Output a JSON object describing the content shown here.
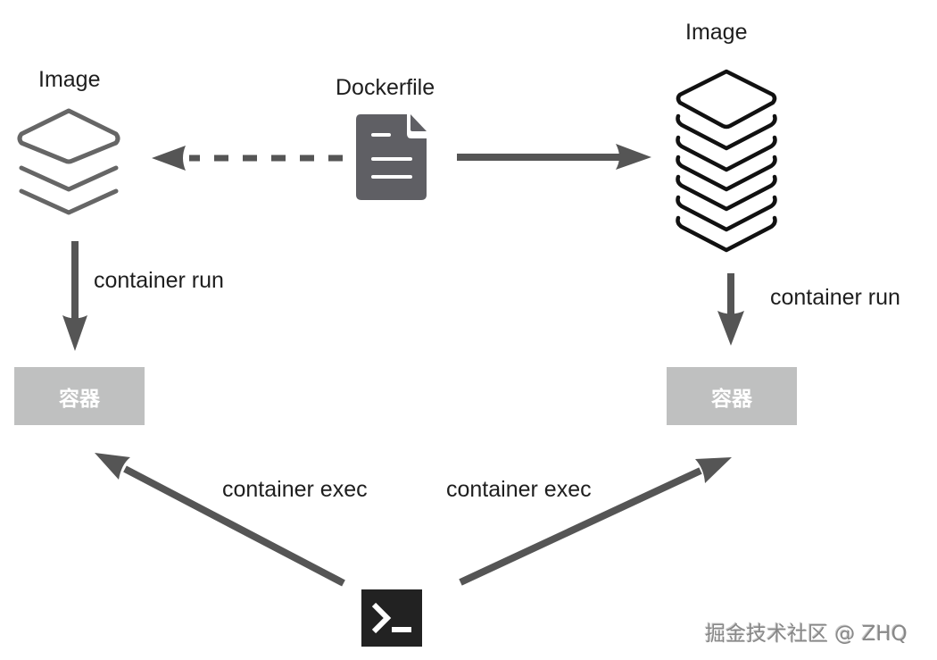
{
  "nodes": {
    "image_left": {
      "label": "Image",
      "layer_count": 3
    },
    "dockerfile": {
      "label": "Dockerfile"
    },
    "image_right": {
      "label": "Image",
      "layer_count": 7
    },
    "container_left": {
      "label": "容器"
    },
    "container_right": {
      "label": "容器"
    },
    "terminal": {
      "icon": "terminal-prompt-icon"
    }
  },
  "edges": {
    "dockerfile_to_left_image": {
      "style": "dashed",
      "label": ""
    },
    "dockerfile_to_right_image": {
      "style": "solid",
      "label": ""
    },
    "left_run": {
      "label": "container run"
    },
    "right_run": {
      "label": "container run"
    },
    "exec_left": {
      "label": "container exec"
    },
    "exec_right": {
      "label": "container exec"
    }
  },
  "colors": {
    "arrow": "#555555",
    "left_image_stroke": "#666666",
    "right_image_stroke": "#111111",
    "document_fill": "#5f5f64",
    "container_box": "#bfc0c0",
    "terminal_bg": "#222222"
  },
  "watermark": "掘金技术社区 @ ZHQ"
}
